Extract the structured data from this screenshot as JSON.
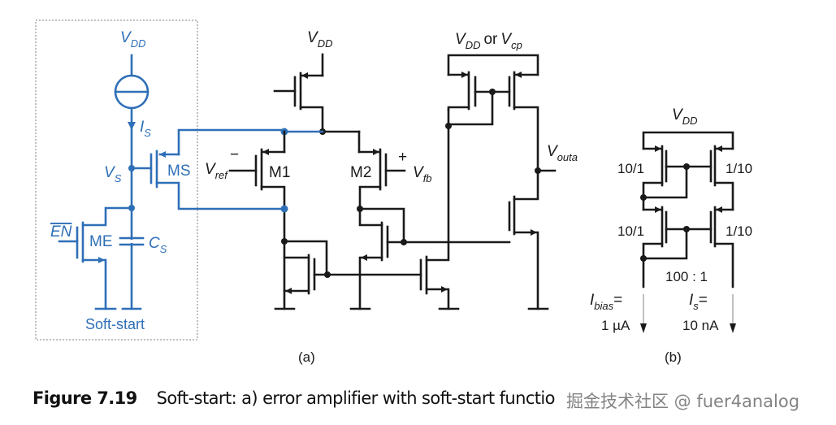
{
  "figure": {
    "number": "Figure 7.19",
    "caption_text": "Soft-start: a) error amplifier with soft-start functio",
    "watermark": "掘金技术社区 @ fuer4analog"
  },
  "soft_start": {
    "vdd": "V",
    "vdd_sub": "DD",
    "is": "I",
    "is_sub": "S",
    "vs": "V",
    "vs_sub": "S",
    "ms": "MS",
    "en": "EN",
    "me": "ME",
    "cs": "C",
    "cs_sub": "S",
    "title": "Soft-start"
  },
  "amplifier": {
    "vdd": "V",
    "vdd_sub": "DD",
    "supply2_a": "V",
    "supply2_a_sub": "DD",
    "supply2_or": "or",
    "supply2_b": "V",
    "supply2_b_sub": "cp",
    "vref": "V",
    "vref_sub": "ref",
    "minus": "−",
    "m1": "M1",
    "m2": "M2",
    "plus": "+",
    "vfb": "V",
    "vfb_sub": "fb",
    "vout": "V",
    "vout_sub": "outa",
    "panel_label": "(a)"
  },
  "current_gen": {
    "vdd": "V",
    "vdd_sub": "DD",
    "ratio_left_top": "10/1",
    "ratio_left_bot": "10/1",
    "ratio_right_top": "1/10",
    "ratio_right_bot": "1/10",
    "mirror_ratio": "100 : 1",
    "ibias": "I",
    "ibias_sub": "bias",
    "ibias_eq": "=",
    "ibias_val": "1 µA",
    "is": "I",
    "is_sub": "s",
    "is_eq": "=",
    "is_val": "10 nA",
    "panel_label": "(b)"
  },
  "colors": {
    "soft_start": "#2e6fb7",
    "circuit": "#1a1a1a",
    "box": "#aaaaaa"
  }
}
